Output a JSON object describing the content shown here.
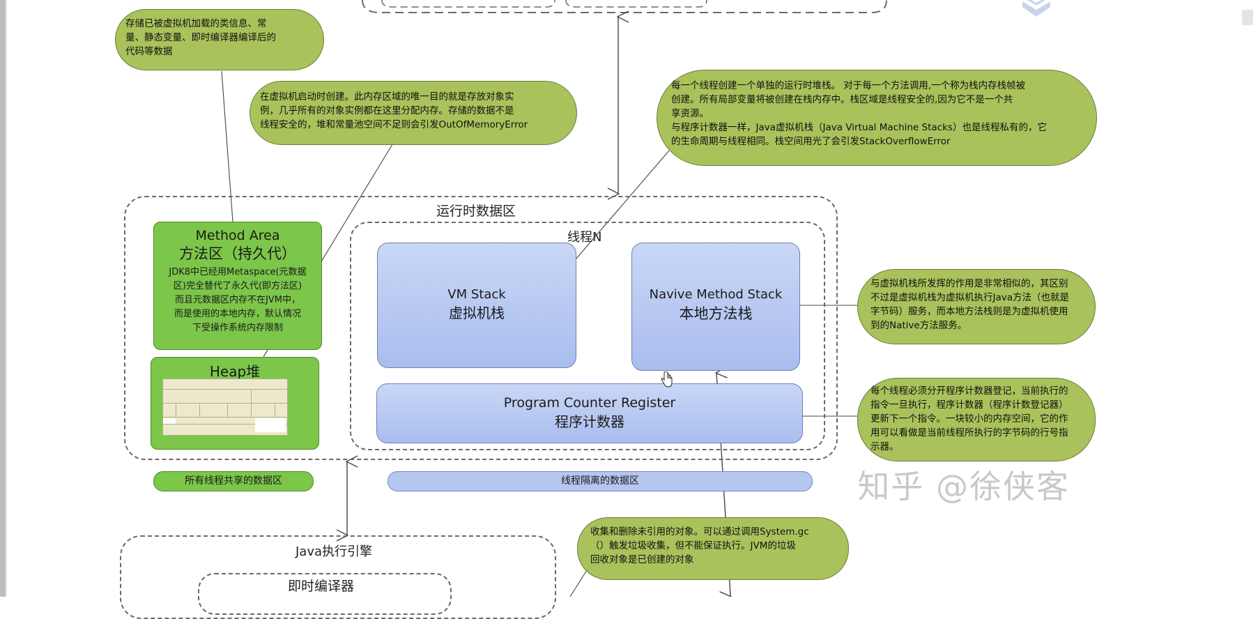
{
  "bubbles": {
    "method_area_note": [
      "存储已被虚拟机加载的类信息、常",
      "量、静态变量、即时编译器编译后的",
      "代码等数据"
    ],
    "heap_note": [
      "在虚拟机启动时创建。此内存区域的唯一目的就是存放对象实",
      "例，几乎所有的对象实例都在这里分配内存。存储的数据不是",
      "线程安全的，堆和常量池空间不足则会引发OutOfMemoryError"
    ],
    "vm_stack_note": [
      "每一个线程创建一个单独的运行时堆栈。 对于每一个方法调用,一个称为栈内存栈帧被",
      "创建。所有局部变量将被创建在栈内存中。栈区域是线程安全的,因为它不是一个共",
      "享资源。",
      "与程序计数器一样，Java虚拟机栈（Java Virtual Machine Stacks）也是线程私有的，它",
      "的生命周期与线程相同。栈空间用光了会引发StackOverflowError"
    ],
    "native_stack_note": [
      "与虚拟机栈所发挥的作用是非常相似的，其区别",
      "不过是虚拟机栈为虚拟机执行Java方法（也就是",
      "字节码）服务，而本地方法栈则是为虚拟机使用",
      "到的Native方法服务。"
    ],
    "pc_note": [
      "每个线程必须分开程序计数器登记，当前执行的",
      "指令一旦执行，程序计数器（程序计数登记器）",
      "更新下一个指令。一块较小的内存空间，它的作",
      "用可以看做是当前线程所执行的字节码的行号指",
      "示器。"
    ],
    "gc_note": [
      "收集和删除未引用的对象。可以通过调用System.gc",
      "（）触发垃圾收集，但不能保证执行。JVM的垃圾",
      "回收对象是已创建的对象"
    ]
  },
  "regions": {
    "runtime_data_area": "运行时数据区",
    "thread_n": "线程N",
    "java_engine": "Java执行引擎",
    "jit_compiler": "即时编译器"
  },
  "boxes": {
    "method_area": {
      "title_en": "Method Area",
      "title_cn": "方法区（持久代）",
      "desc": [
        "JDK8中已经用Metaspace(元数据",
        "区)完全替代了永久代(即方法区)",
        "而且元数据区内存不在JVM中，",
        "而是使用的本地内存，默认情况",
        "下受操作系统内存限制"
      ]
    },
    "heap": {
      "title": "Heap堆"
    },
    "vm_stack": {
      "title_en": "VM Stack",
      "title_cn": "虚拟机栈"
    },
    "native_method_stack": {
      "title_en": "Navive Method Stack",
      "title_cn": "本地方法栈"
    },
    "program_counter": {
      "title_en": "Program Counter Register",
      "title_cn": "程序计数器"
    }
  },
  "legend": {
    "shared": "所有线程共享的数据区",
    "isolated": "线程隔离的数据区"
  },
  "watermark": "知乎 @徐侠客",
  "colors": {
    "bubble": "#a9c25b",
    "green_box": "#7cc64a",
    "blue_box": "#b5c6f0",
    "dash": "#6a6a6a"
  }
}
